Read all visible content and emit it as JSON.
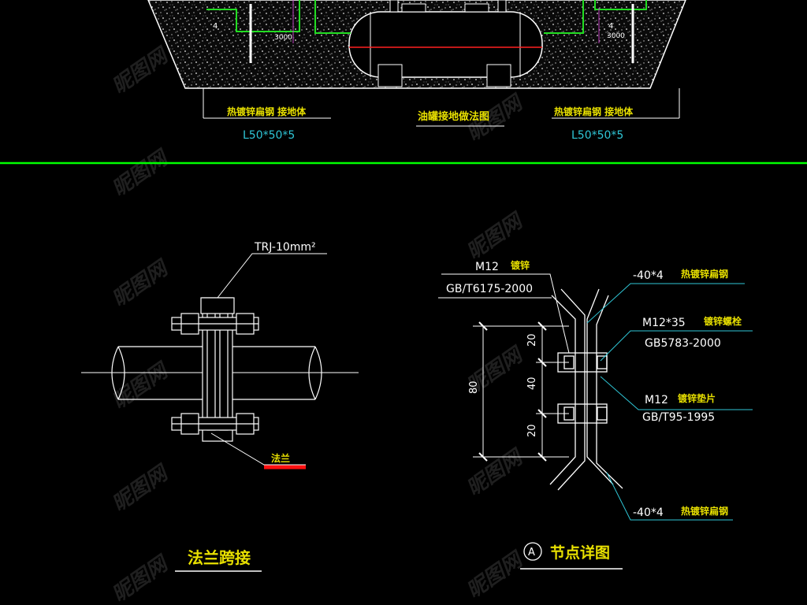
{
  "top_drawing": {
    "title": "油罐接地做法图",
    "left_label": "热镀锌扁钢  接地体",
    "left_spec": "L50*50*5",
    "right_label": "热镀锌扁钢  接地体",
    "right_spec": "L50*50*5",
    "dim_left_a": "4",
    "dim_left_b": "3000",
    "dim_right_a": "4",
    "dim_right_b": "3000"
  },
  "flange_drawing": {
    "title": "法兰跨接",
    "wire_label": "TRJ-10mm²",
    "flange_label": "法兰"
  },
  "node_drawing": {
    "title": "节点详图",
    "circle_label": "A",
    "bolt_top_label_a": "M12",
    "bolt_top_label_b": "镀锌",
    "bolt_top_std": "GB/T6175-2000",
    "steel_top_a": "-40*4",
    "steel_top_b": "热镀锌扁钢",
    "screw_a": "M12*35",
    "screw_b": "镀锌螺栓",
    "screw_std": "GB5783-2000",
    "washer_a": "M12",
    "washer_b": "镀锌垫片",
    "washer_std": "GB/T95-1995",
    "steel_bottom_a": "-40*4",
    "steel_bottom_b": "热镀锌扁钢",
    "dim_total": "80",
    "dim_top": "20",
    "dim_mid": "40",
    "dim_bottom": "20"
  },
  "colors": {
    "background": "#000000",
    "divider": "#00ff00",
    "text_yellow": "#e8e000",
    "line_white": "#ffffff",
    "line_cyan": "#2fc6d6",
    "line_green": "#22dd22",
    "highlight_red": "#ff1010"
  }
}
